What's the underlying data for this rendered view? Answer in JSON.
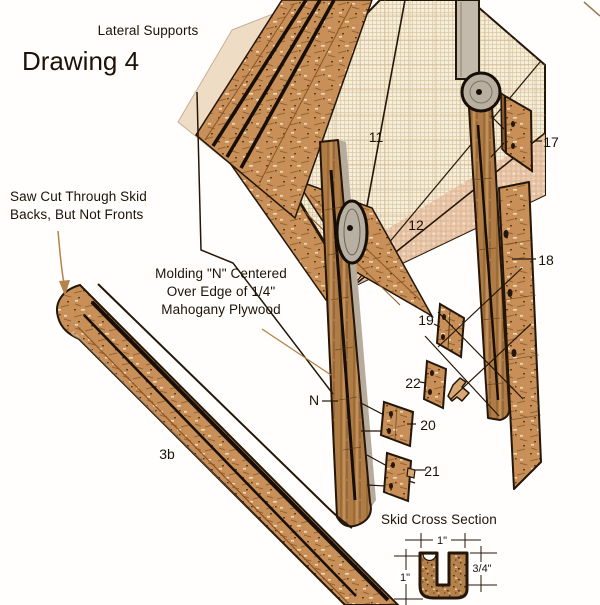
{
  "drawing": {
    "title": "Drawing 4",
    "title_color": "#c68c5e"
  },
  "annotations": {
    "lateral_supports": "Lateral Supports",
    "saw_cut_note_line1": "Saw Cut Through Skid",
    "saw_cut_note_line2": "Backs, But Not Fronts",
    "molding_note_line1": "Molding \"N\" Centered",
    "molding_note_line2": "Over Edge of 1/4\"",
    "molding_note_line3": "Mahogany Plywood",
    "cross_section_title": "Skid Cross Section"
  },
  "part_labels": {
    "panel": "11",
    "tray": "12",
    "plate17": "17",
    "board18": "18",
    "plate19": "19",
    "plate20": "20",
    "plate21": "21",
    "plate22": "22",
    "molding": "N",
    "skid": "3b"
  },
  "cross_section_dimensions": {
    "top_width": "1\"",
    "left_height": "1\"",
    "slot_depth": "3/4\""
  },
  "palette": {
    "wood": "#c88f58",
    "wood_dark": "#96642f",
    "outline": "#241608",
    "panel_cream": "#f5eedb",
    "panel_grid": "#dcc6a0",
    "pink_tint": "#edc9ad",
    "metal_gray": "#bcb3a5",
    "accent_tan": "#c68c5e"
  }
}
